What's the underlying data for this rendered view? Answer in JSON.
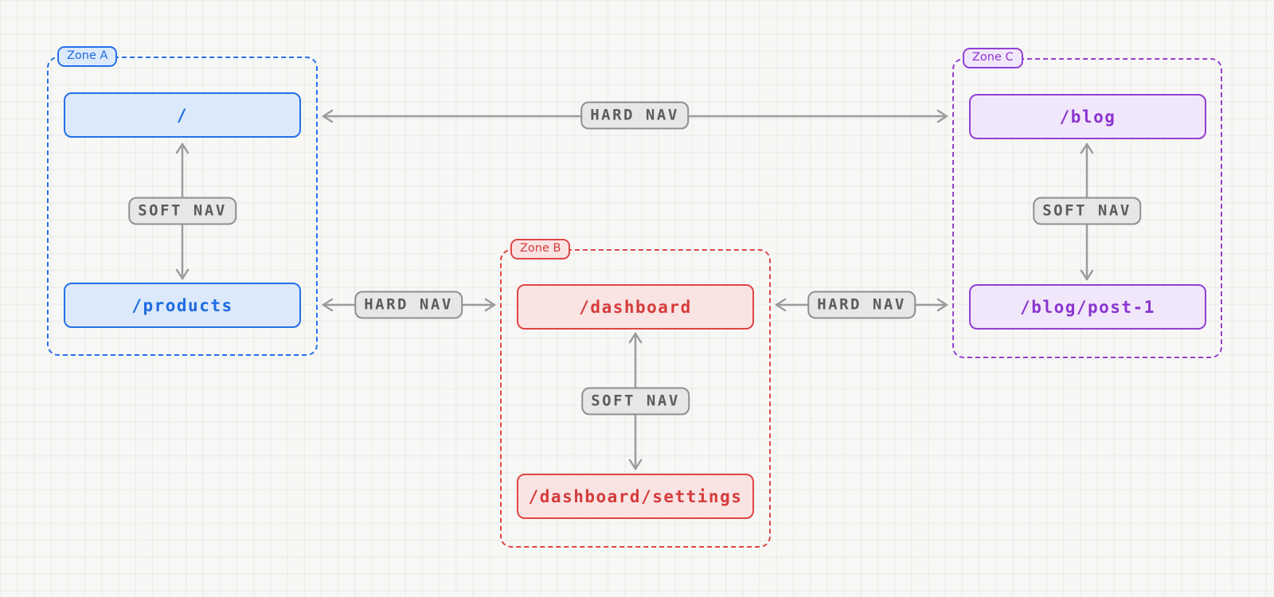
{
  "zones": [
    {
      "id": "A",
      "label": "Zone A",
      "accent_color": "#2570e8",
      "fill_color": "#dbe9fb",
      "routes": [
        "/",
        "/products"
      ]
    },
    {
      "id": "B",
      "label": "Zone B",
      "accent_color": "#e04646",
      "fill_color": "#f9e3e3",
      "routes": [
        "/dashboard",
        "/dashboard/settings"
      ]
    },
    {
      "id": "C",
      "label": "Zone C",
      "accent_color": "#9340d4",
      "fill_color": "#f1e7fa",
      "routes": [
        "/blog",
        "/blog/post-1"
      ]
    }
  ],
  "edges": [
    {
      "type": "hard",
      "label": "HARD NAV",
      "from": "/",
      "to": "/blog",
      "direction": "bidirectional"
    },
    {
      "type": "hard",
      "label": "HARD NAV",
      "from": "/products",
      "to": "/dashboard",
      "direction": "bidirectional"
    },
    {
      "type": "hard",
      "label": "HARD NAV",
      "from": "/dashboard",
      "to": "/blog/post-1",
      "direction": "bidirectional"
    },
    {
      "type": "soft",
      "label": "SOFT NAV",
      "from": "/",
      "to": "/products",
      "direction": "bidirectional"
    },
    {
      "type": "soft",
      "label": "SOFT NAV",
      "from": "/dashboard",
      "to": "/dashboard/settings",
      "direction": "bidirectional"
    },
    {
      "type": "soft",
      "label": "SOFT NAV",
      "from": "/blog",
      "to": "/blog/post-1",
      "direction": "bidirectional"
    }
  ],
  "ui_colors": {
    "background": "#f7f7f5",
    "grid_line": "#ebebe9",
    "arrow": "#9c9c9c",
    "nav_pill_bg": "#e7e7e7",
    "nav_pill_border": "#8f8f8f",
    "nav_pill_text": "#5c5c5c"
  }
}
